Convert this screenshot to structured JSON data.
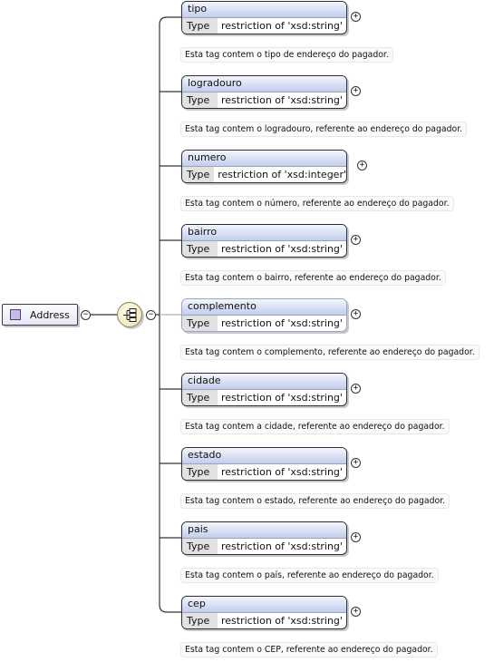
{
  "root": {
    "label": "Address"
  },
  "type_key": "Type",
  "elements": [
    {
      "name": "tipo",
      "type": "restriction of 'xsd:string'",
      "doc": "Esta tag contem o tipo de endereço do pagador."
    },
    {
      "name": "logradouro",
      "type": "restriction of 'xsd:string'",
      "doc": "Esta tag contem o logradouro, referente ao endereço do pagador."
    },
    {
      "name": "numero",
      "type": "restriction of 'xsd:integer'",
      "doc": "Esta tag contem o número, referente ao endereço do pagador."
    },
    {
      "name": "bairro",
      "type": "restriction of 'xsd:string'",
      "doc": "Esta tag contem o bairro, referente ao endereço do pagador."
    },
    {
      "name": "complemento",
      "type": "restriction of 'xsd:string'",
      "doc": "Esta tag contem o complemento, referente ao endereço do pagador.",
      "optional": true
    },
    {
      "name": "cidade",
      "type": "restriction of 'xsd:string'",
      "doc": "Esta tag contem a cidade, referente ao endereço do pagador."
    },
    {
      "name": "estado",
      "type": "restriction of 'xsd:string'",
      "doc": "Esta tag contem o estado, referente ao endereço do pagador."
    },
    {
      "name": "pais",
      "type": "restriction of 'xsd:string'",
      "doc": "Esta tag contem o país, referente ao endereço do pagador."
    },
    {
      "name": "cep",
      "type": "restriction of 'xsd:string'",
      "doc": "Esta tag contem o CEP, referente ao endereço do pagador."
    }
  ]
}
